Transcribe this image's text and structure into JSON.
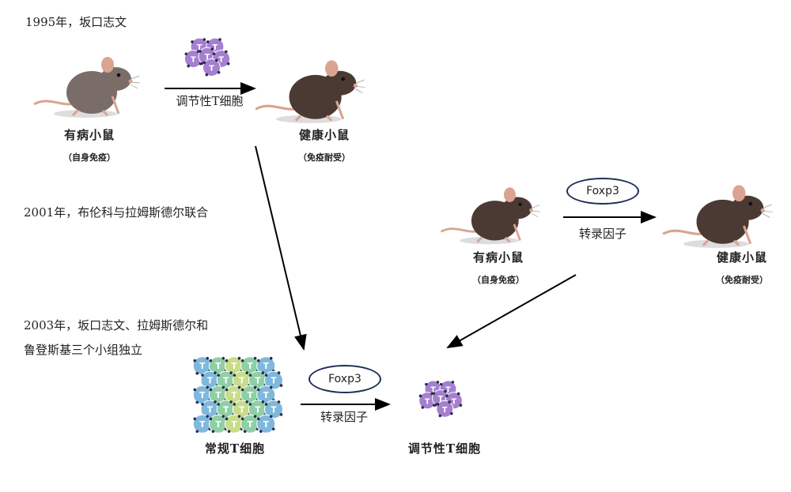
{
  "events": {
    "e1995": "1995年，坂口志文",
    "e2001": "2001年，布伦科与拉姆斯德尔联合",
    "e2003_line1": "2003年，坂口志文、拉姆斯德尔和",
    "e2003_line2": "鲁登斯基三个小组独立"
  },
  "top_row": {
    "sick_mouse": {
      "label": "有病小鼠",
      "sub": "（自身免疫）"
    },
    "arrow_label": "调节性T细胞",
    "healthy_mouse": {
      "label": "健康小鼠",
      "sub": "（免疫耐受）"
    }
  },
  "right_row": {
    "sick_mouse": {
      "label": "有病小鼠",
      "sub": "（自身免疫）"
    },
    "factor": "Foxp3",
    "arrow_label": "转录因子",
    "healthy_mouse": {
      "label": "健康小鼠",
      "sub": "（免疫耐受）"
    }
  },
  "bottom_row": {
    "source_cells": "常规T细胞",
    "factor": "Foxp3",
    "arrow_label": "转录因子",
    "target_cells": "调节性T细胞"
  },
  "cell_letter": "T",
  "colors": {
    "treg": "#a57fd0",
    "conv_blue": "#7fb8dd",
    "conv_green": "#8fcfa6",
    "conv_yellow": "#c9dc8a",
    "sick_mouse": "#7a6d68",
    "healthy_mouse": "#4b3a33",
    "mouse_pink": "#d9a491",
    "ellipse": "#1e2f55"
  }
}
